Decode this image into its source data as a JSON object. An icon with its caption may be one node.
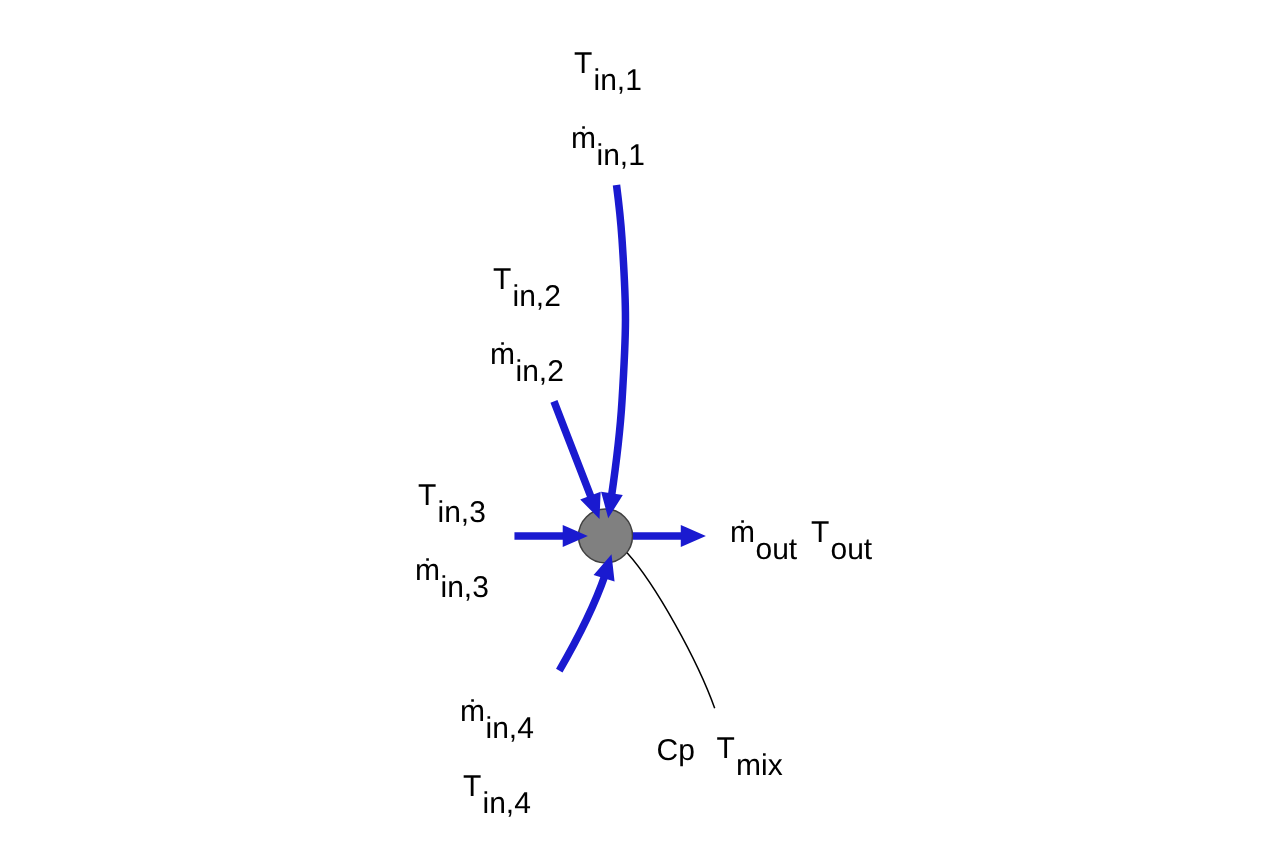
{
  "diagram": {
    "nodes": [
      {
        "text": [
          "T$_{in,1}$",
          "ṁ$_{in,1}$"
        ]
      },
      {
        "text": [
          "T$_{in,2}$",
          "ṁ$_{in,2}$"
        ]
      },
      {
        "text": [
          "T$_{in,3}$",
          "ṁ$_{in,3}$"
        ]
      },
      {
        "text": [],
        "shape": "circle"
      },
      {
        "text": [
          "ṁ$_{out}$ T$_{out}$"
        ]
      },
      {
        "text": [
          "ṁ$_{in,4}$",
          "T$_{in,4}$"
        ]
      },
      {
        "text": [
          "Cp T$_{mix}$"
        ]
      }
    ],
    "edges": [
      {
        "from": 0,
        "to": 3,
        "arrow": "to"
      },
      {
        "from": 1,
        "to": 3,
        "arrow": "to"
      },
      {
        "from": 2,
        "to": 3,
        "arrow": "to"
      },
      {
        "from": 5,
        "to": 3,
        "arrow": "to"
      },
      {
        "from": 3,
        "to": 4,
        "arrow": "to"
      },
      {
        "from": 6,
        "to": 3,
        "arrow": "none",
        "color": "#000000"
      }
    ]
  }
}
